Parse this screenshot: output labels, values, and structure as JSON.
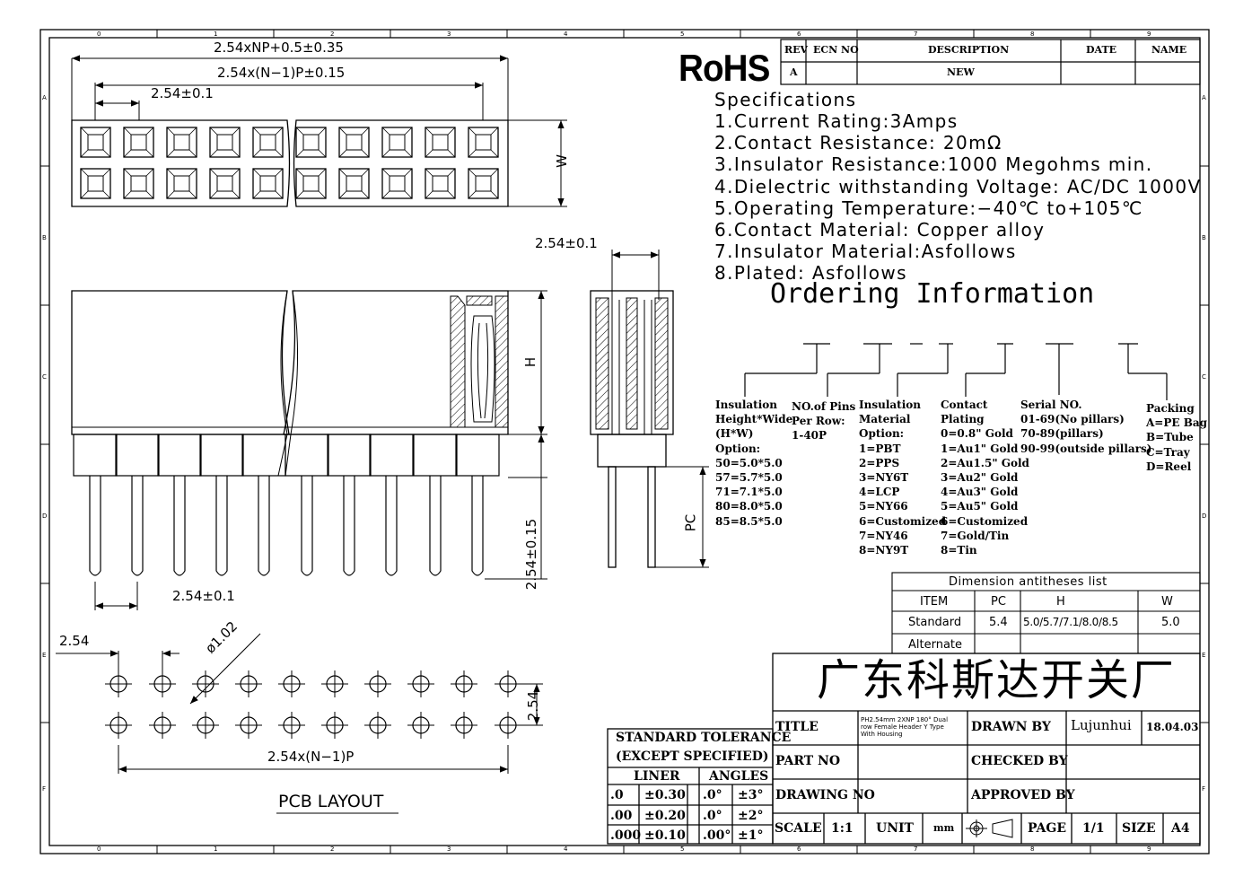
{
  "rohs": "RoHS",
  "revision_table": {
    "headers": [
      "REV",
      "ECN NO",
      "DESCRIPTION",
      "DATE",
      "NAME"
    ],
    "row": [
      "A",
      "",
      "NEW",
      "",
      ""
    ]
  },
  "specifications": {
    "title": "Specifications",
    "items": [
      "1.Current Rating:3Amps",
      "2.Contact Resistance: 20mΩ",
      "3.Insulator Resistance:1000 Megohms min.",
      "4.Dielectric withstanding Voltage: AC/DC 1000V",
      "5.Operating Temperature:−40℃ to+105℃",
      "6.Contact Material: Copper alloy",
      "7.Insulator Material:Asfollows",
      "8.Plated: Asfollows"
    ]
  },
  "ordering": {
    "title": "Ordering Information",
    "columns": [
      {
        "name": "insulation-height",
        "lines": [
          "Insulation",
          "Height*Wide",
          "(H*W)",
          "Option:",
          "50=5.0*5.0",
          "57=5.7*5.0",
          "71=7.1*5.0",
          "80=8.0*5.0",
          "85=8.5*5.0"
        ]
      },
      {
        "name": "pins-per-row",
        "lines": [
          "NO.of Pins",
          "Per Row:",
          "1-40P"
        ]
      },
      {
        "name": "insulation-material",
        "lines": [
          "Insulation",
          "Material",
          "Option:",
          "1=PBT",
          "2=PPS",
          "3=NY6T",
          "4=LCP",
          "5=NY66",
          "6=Customized",
          "7=NY46",
          "8=NY9T"
        ]
      },
      {
        "name": "contact-plating",
        "lines": [
          "Contact",
          "Plating",
          "0=0.8\" Gold",
          "1=Au1\" Gold",
          "2=Au1.5\" Gold",
          "3=Au2\" Gold",
          "4=Au3\" Gold",
          "5=Au5\" Gold",
          "6=Customized",
          "7=Gold/Tin",
          "8=Tin"
        ]
      },
      {
        "name": "serial-no",
        "lines": [
          "Serial NO.",
          "01-69(No pillars)",
          "70-89(pillars)",
          "90-99(outside pillars)"
        ]
      },
      {
        "name": "packing",
        "lines": [
          "Packing",
          "A=PE Bag",
          "B=Tube",
          "C=Tray",
          "D=Reel"
        ]
      }
    ]
  },
  "dimensions": {
    "overall": "2.54xNP+0.5±0.35",
    "span": "2.54x(N−1)P±0.15",
    "pitch_top": "2.54±0.1",
    "width": "W",
    "side_pitch": "2.54±0.1",
    "height": "H",
    "pin_length": "2.54±0.15",
    "pc": "PC",
    "pitch_bottom": "2.54±0.1",
    "pcb_pitch": "2.54",
    "hole": "ø1.02",
    "pcb_row": "2.54",
    "pcb_span": "2.54x(N−1)P",
    "pcb_label": "PCB LAYOUT"
  },
  "dimension_list": {
    "title": "Dimension antitheses list",
    "headers": [
      "ITEM",
      "PC",
      "H",
      "W"
    ],
    "rows": [
      [
        "Standard",
        "5.4",
        "5.0/5.7/7.1/8.0/8.5",
        "5.0"
      ],
      [
        "Alternate",
        "",
        "",
        ""
      ]
    ]
  },
  "tolerance": {
    "title1": "STANDARD TOLERANCE",
    "title2": "(EXCEPT SPECIFIED)",
    "liner": "LINER",
    "angles": "ANGLES",
    "rows": [
      [
        ".0",
        "±0.30",
        ".0°",
        "±3°"
      ],
      [
        ".00",
        "±0.20",
        ".0°",
        "±2°"
      ],
      [
        ".000",
        "±0.10",
        ".00°",
        "±1°"
      ]
    ]
  },
  "title_block": {
    "company": "广东科斯达开关厂",
    "title_label": "TITLE",
    "title_lines": [
      "PH2.54mm 2XNP 180° Dual",
      "row Female Header Y Type",
      "With Housing"
    ],
    "drawn_by_label": "DRAWN BY",
    "drawn_by": "Lujunhui",
    "date": "18.04.03",
    "part_no_label": "PART NO",
    "checked_by_label": "CHECKED BY",
    "drawing_no_label": "DRAWING NO",
    "approved_by_label": "APPROVED BY",
    "scale_label": "SCALE",
    "scale": "1:1",
    "unit_label": "UNIT",
    "unit": "mm",
    "page_label": "PAGE",
    "page": "1/1",
    "size_label": "SIZE",
    "size": "A4"
  },
  "grid": {
    "columns": [
      "0",
      "1",
      "2",
      "3",
      "4",
      "5",
      "6",
      "7",
      "8",
      "9"
    ],
    "rows": [
      "A",
      "B",
      "C",
      "D",
      "E",
      "F"
    ]
  }
}
